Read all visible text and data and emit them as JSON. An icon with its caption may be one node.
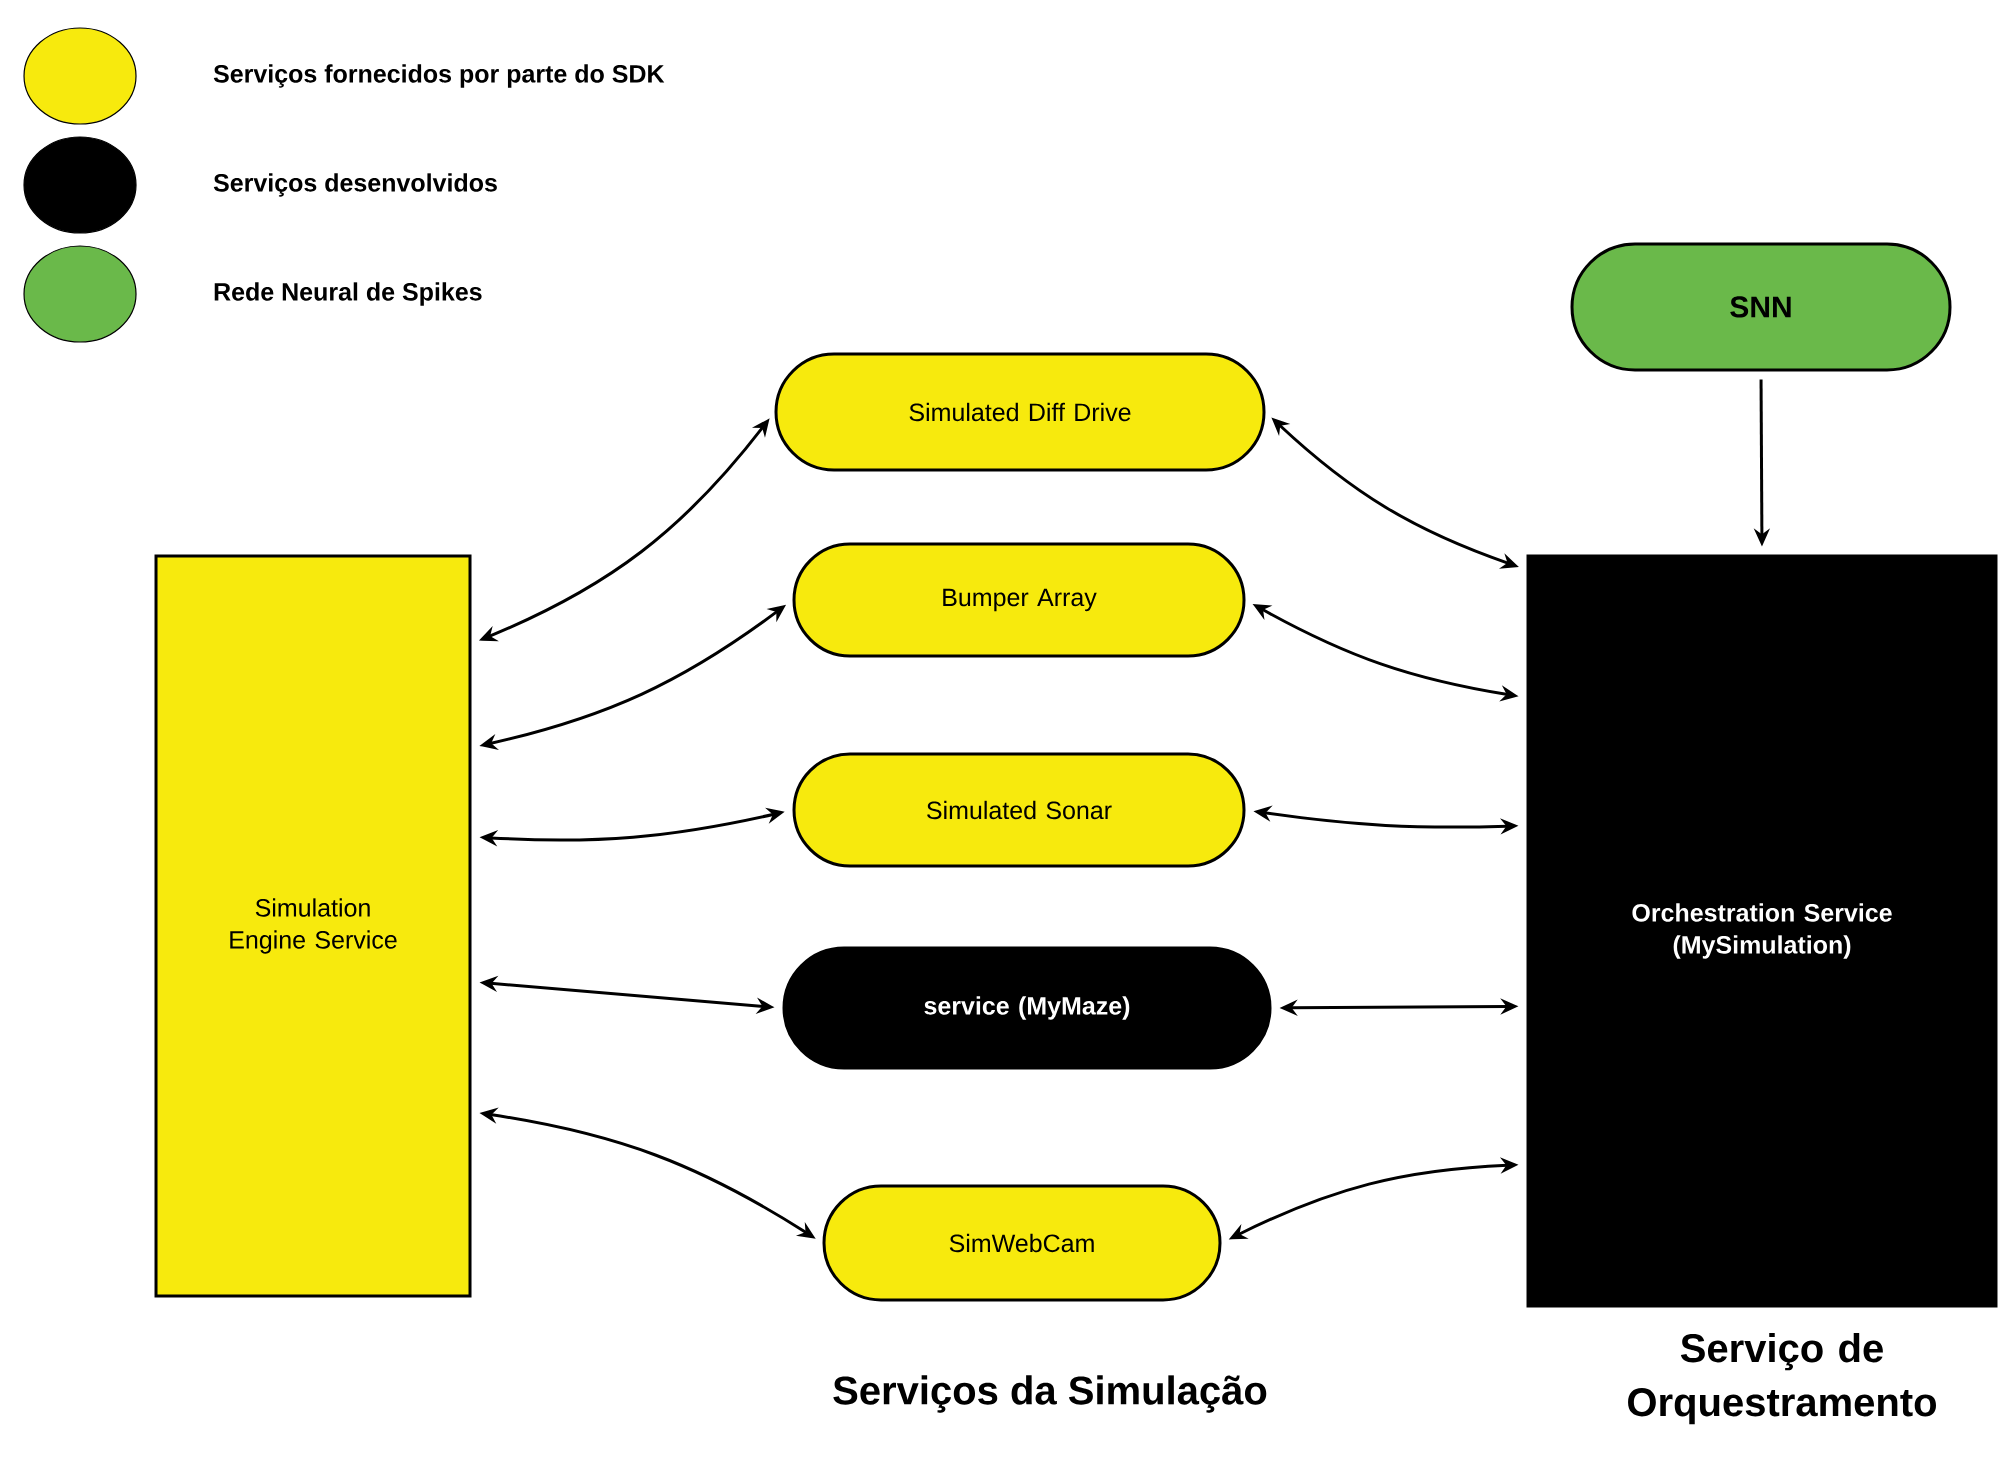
{
  "diagram": {
    "nodes": [
      {
        "text": [
          "Simulation Engine Service"
        ]
      },
      {
        "text": [
          "Simulated Diff Drive"
        ]
      },
      {
        "text": [
          "Bumper Array"
        ]
      },
      {
        "text": [
          "Simulated Sonar"
        ]
      },
      {
        "text": [
          "service (MyMaze)"
        ]
      },
      {
        "text": [
          "SimWebCam"
        ]
      },
      {
        "text": [
          "Orchestration Service (MySimulation)"
        ],
        "beside": [
          "Serviço de Orquestramento"
        ]
      },
      {
        "text": [
          "SNN"
        ]
      }
    ],
    "edges": [
      {
        "from": 0,
        "to": 1,
        "arrow": "both"
      },
      {
        "from": 0,
        "to": 2,
        "arrow": "both"
      },
      {
        "from": 0,
        "to": 3,
        "arrow": "both"
      },
      {
        "from": 0,
        "to": 4,
        "arrow": "both"
      },
      {
        "from": 0,
        "to": 5,
        "arrow": "both"
      },
      {
        "from": 1,
        "to": 6,
        "arrow": "both"
      },
      {
        "from": 2,
        "to": 6,
        "arrow": "both"
      },
      {
        "from": 3,
        "to": 6,
        "arrow": "both"
      },
      {
        "from": 4,
        "to": 6,
        "arrow": "both"
      },
      {
        "from": 5,
        "to": 6,
        "arrow": "both"
      },
      {
        "from": 7,
        "to": 6,
        "arrow": "to"
      }
    ],
    "labels": [
      "Serviços da Simulação"
    ],
    "legend": [
      {
        "text": "Serviços fornecidos por parte do SDK",
        "color": "#f7ea0d"
      },
      {
        "text": "Serviços desenvolvidos",
        "color": "#000000"
      },
      {
        "text": "Rede Neural de Spikes",
        "color": "#6ab94a"
      }
    ]
  }
}
